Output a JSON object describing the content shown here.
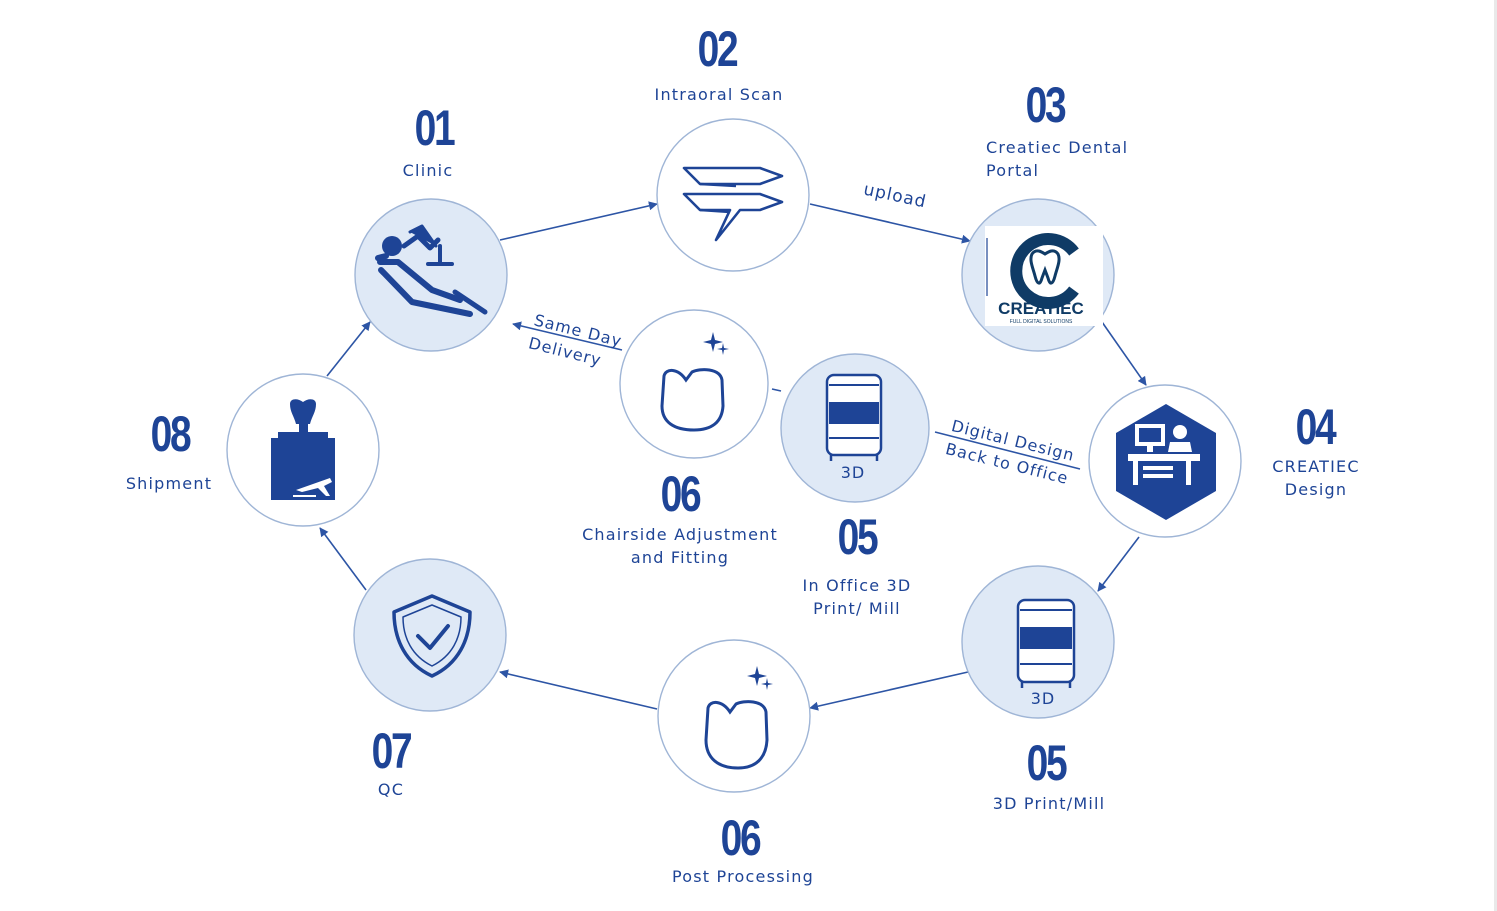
{
  "colors": {
    "primary": "#1e4496",
    "circle_fill_light": "#dfe9f6",
    "circle_fill_white": "#ffffff",
    "circle_border": "#9fb5d6",
    "arrow": "#2d55a5"
  },
  "steps": {
    "s01": {
      "number": "01",
      "label": "Clinic",
      "icon": "dental-chair-icon"
    },
    "s02": {
      "number": "02",
      "label": "Intraoral Scan",
      "icon": "intraoral-scanner-icon"
    },
    "s03": {
      "number": "03",
      "label_line1": "Creatiec Dental",
      "label_line2": "Portal",
      "icon": "creatiec-logo"
    },
    "s04": {
      "number": "04",
      "label_line1": "CREATIEC",
      "label_line2": "Design",
      "icon": "design-workstation-icon"
    },
    "s05": {
      "number": "05",
      "label": "3D Print/Mill",
      "icon": "3d-printer-icon",
      "icon_text": "3D"
    },
    "s06": {
      "number": "06",
      "label": "Post Processing",
      "icon": "crown-sparkle-icon"
    },
    "s07": {
      "number": "07",
      "label": "QC",
      "icon": "shield-check-icon"
    },
    "s08": {
      "number": "08",
      "label": "Shipment",
      "icon": "tooth-box-plane-icon"
    },
    "s05b": {
      "number": "05",
      "label_line1": "In Office 3D",
      "label_line2": "Print/ Mill",
      "icon": "3d-printer-icon",
      "icon_text": "3D"
    },
    "s06b": {
      "number": "06",
      "label_line1": "Chairside Adjustment",
      "label_line2": "and Fitting",
      "icon": "crown-sparkle-icon"
    }
  },
  "connectors": {
    "upload": "upload",
    "same_day_line1": "Same Day",
    "same_day_line2": "Delivery",
    "digital_line1": "Digital Design",
    "digital_line2": "Back to Office"
  },
  "logo": {
    "brand": "CREATIEC",
    "tagline": "FULL DIGITAL SOLUTIONS"
  }
}
